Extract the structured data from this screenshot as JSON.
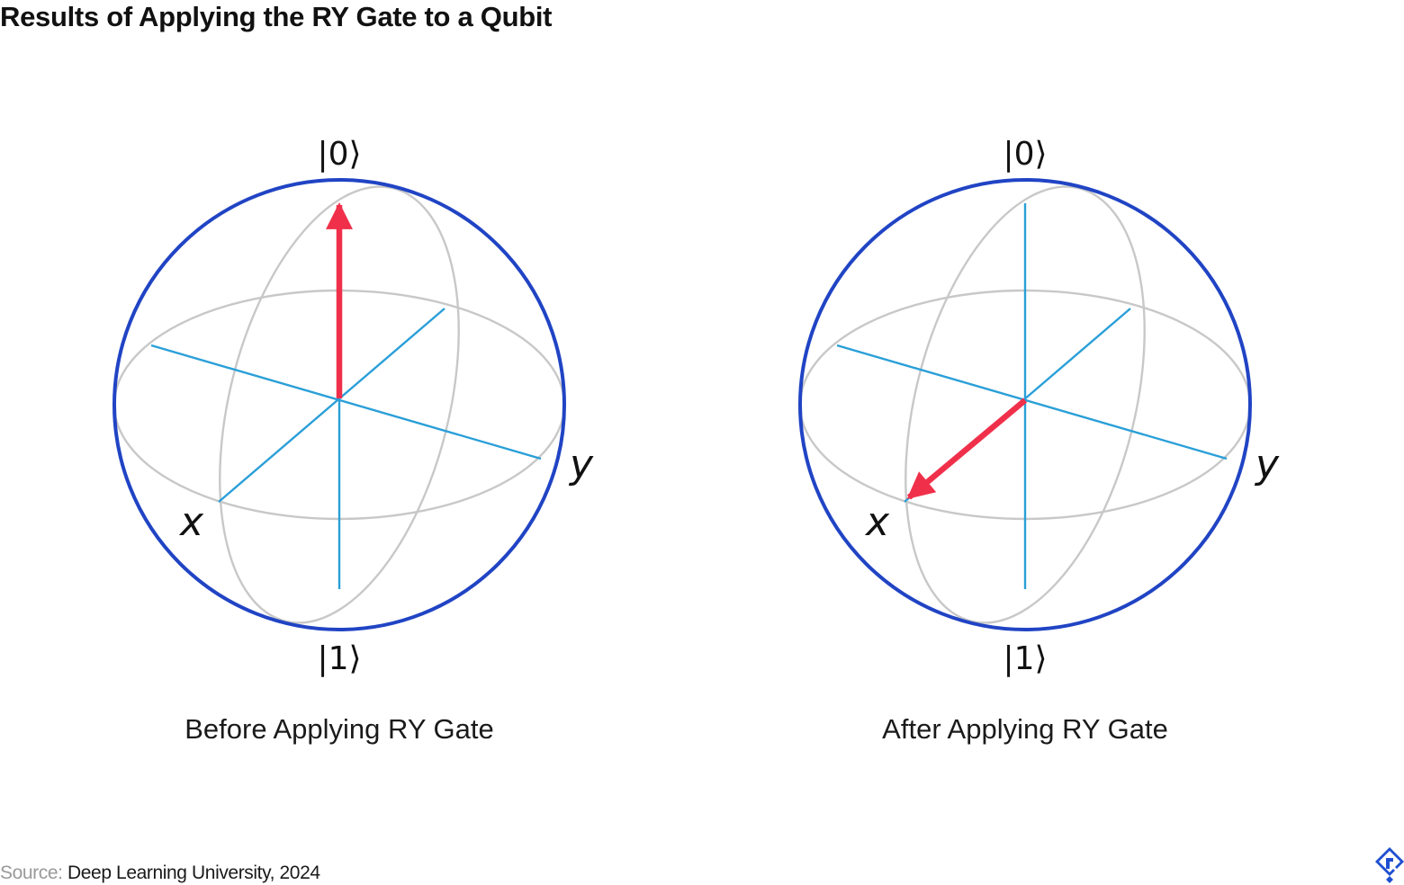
{
  "title": "Results of Applying the RY Gate to a Qubit",
  "colors": {
    "sphere_outline": "#2044c4",
    "grid_lines": "#c8c8c8",
    "axes": "#2a9fd8",
    "state_vector": "#f0304a",
    "logo": "#1e4fd0"
  },
  "spheres": [
    {
      "caption": "Before Applying RY Gate",
      "top_label": "|0⟩",
      "bottom_label": "|1⟩",
      "x_axis_label": "x",
      "y_axis_label": "y",
      "state_vector": "|0⟩"
    },
    {
      "caption": "After Applying RY Gate",
      "top_label": "|0⟩",
      "bottom_label": "|1⟩",
      "x_axis_label": "x",
      "y_axis_label": "y",
      "state_vector": "x"
    }
  ],
  "footer": {
    "source_prefix": "Source:",
    "source_text": "Deep Learning University, 2024"
  },
  "logo_icon": "toptal-logo-icon"
}
